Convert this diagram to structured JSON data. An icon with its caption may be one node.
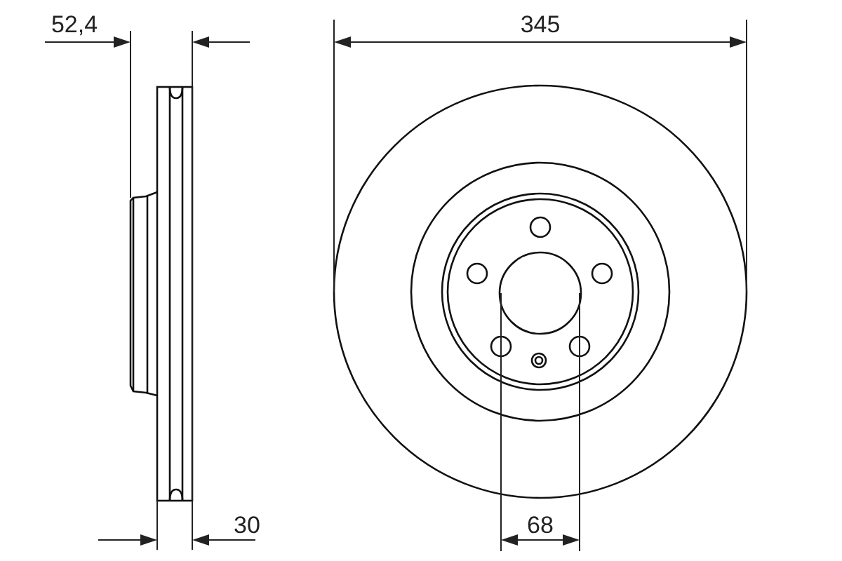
{
  "diagram": {
    "labels": [
      "52,4",
      "345",
      "30",
      "68"
    ]
  }
}
